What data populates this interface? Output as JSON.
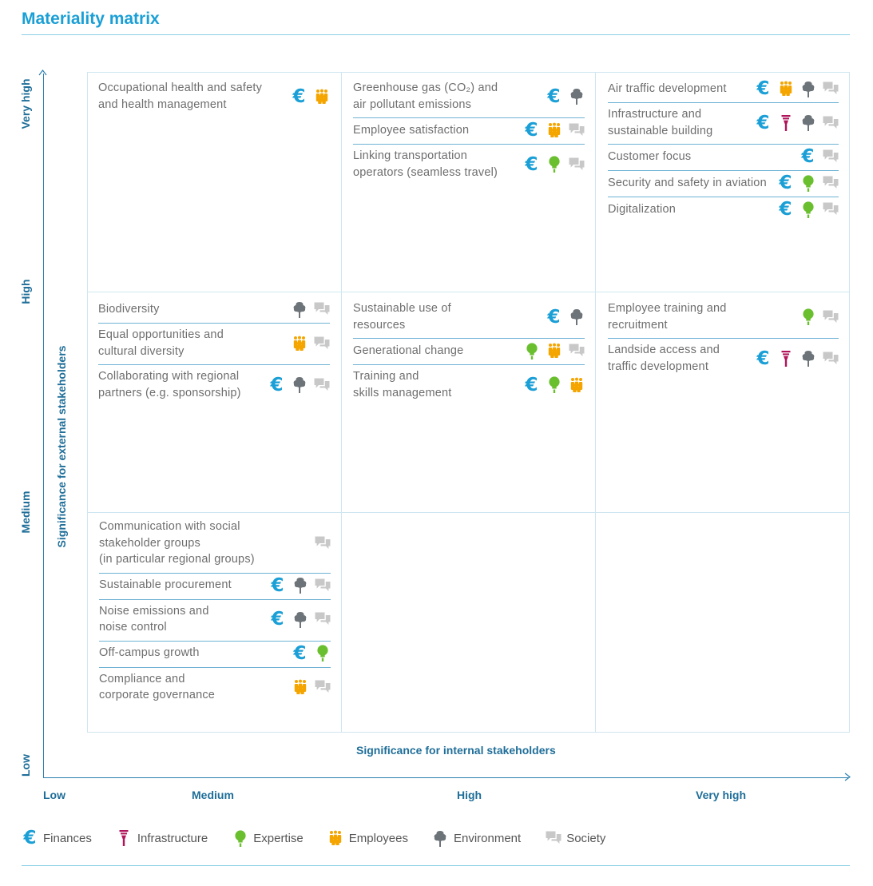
{
  "title": "Materiality matrix",
  "y_axis": {
    "label": "Significance for external stakeholders",
    "ticks": [
      "Low",
      "Medium",
      "High",
      "Very high"
    ]
  },
  "x_axis": {
    "label": "Significance for internal stakeholders",
    "ticks": [
      "Low",
      "Medium",
      "High",
      "Very high"
    ]
  },
  "categories": {
    "finances": {
      "label": "Finances",
      "icon": "euro-icon",
      "color": "#1a9fd6"
    },
    "infrastructure": {
      "label": "Infrastructure",
      "icon": "infrastructure-icon",
      "color": "#b0145a"
    },
    "expertise": {
      "label": "Expertise",
      "icon": "lightbulb-icon",
      "color": "#6abf2e"
    },
    "employees": {
      "label": "Employees",
      "icon": "employees-icon",
      "color": "#f5a500"
    },
    "environment": {
      "label": "Environment",
      "icon": "tree-icon",
      "color": "#6d7479"
    },
    "society": {
      "label": "Society",
      "icon": "speech-bubbles-icon",
      "color": "#c8c8c8"
    }
  },
  "legend": [
    "finances",
    "infrastructure",
    "expertise",
    "employees",
    "environment",
    "society"
  ],
  "cells": {
    "r0c0": [
      {
        "label": "Occupational health and safety\nand health management",
        "icons": [
          "finances",
          "employees"
        ]
      }
    ],
    "r0c1": [
      {
        "label": "Greenhouse gas (CO₂) and\nair pollutant emissions",
        "icons": [
          "finances",
          "environment"
        ]
      },
      {
        "label": "Employee satisfaction",
        "icons": [
          "finances",
          "employees",
          "society"
        ]
      },
      {
        "label": "Linking transportation\noperators (seamless travel)",
        "icons": [
          "finances",
          "expertise",
          "society"
        ]
      }
    ],
    "r0c2": [
      {
        "label": "Air traffic development",
        "icons": [
          "finances",
          "employees",
          "environment",
          "society"
        ]
      },
      {
        "label": "Infrastructure and\nsustainable building",
        "icons": [
          "finances",
          "infrastructure",
          "environment",
          "society"
        ]
      },
      {
        "label": "Customer focus",
        "icons": [
          "finances",
          "society"
        ]
      },
      {
        "label": "Security and safety in aviation",
        "icons": [
          "finances",
          "expertise",
          "society"
        ]
      },
      {
        "label": "Digitalization",
        "icons": [
          "finances",
          "expertise",
          "society"
        ]
      }
    ],
    "r1c0": [
      {
        "label": "Biodiversity",
        "icons": [
          "environment",
          "society"
        ]
      },
      {
        "label": "Equal opportunities and\ncultural diversity",
        "icons": [
          "employees",
          "society"
        ]
      },
      {
        "label": "Collaborating with regional\npartners (e.g. sponsorship)",
        "icons": [
          "finances",
          "environment",
          "society"
        ]
      }
    ],
    "r1c1": [
      {
        "label": "Sustainable use of\nresources",
        "icons": [
          "finances",
          "environment"
        ]
      },
      {
        "label": "Generational change",
        "icons": [
          "expertise",
          "employees",
          "society"
        ]
      },
      {
        "label": "Training and\nskills management",
        "icons": [
          "finances",
          "expertise",
          "employees"
        ]
      }
    ],
    "r1c2": [
      {
        "label": "Employee training and\nrecruitment",
        "icons": [
          "expertise",
          "society"
        ]
      },
      {
        "label": "Landside access and\ntraffic development",
        "icons": [
          "finances",
          "infrastructure",
          "environment",
          "society"
        ]
      }
    ],
    "r2c0": [
      {
        "label": "Communication with social\nstakeholder groups\n(in particular regional groups)",
        "icons": [
          "society"
        ]
      },
      {
        "label": "Sustainable procurement",
        "icons": [
          "finances",
          "environment",
          "society"
        ]
      },
      {
        "label": "Noise emissions and\nnoise control",
        "icons": [
          "finances",
          "environment",
          "society"
        ]
      },
      {
        "label": "Off-campus growth",
        "icons": [
          "finances",
          "expertise"
        ]
      },
      {
        "label": "Compliance and\ncorporate governance",
        "icons": [
          "employees",
          "society"
        ]
      }
    ],
    "r2c1": [],
    "r2c2": []
  }
}
